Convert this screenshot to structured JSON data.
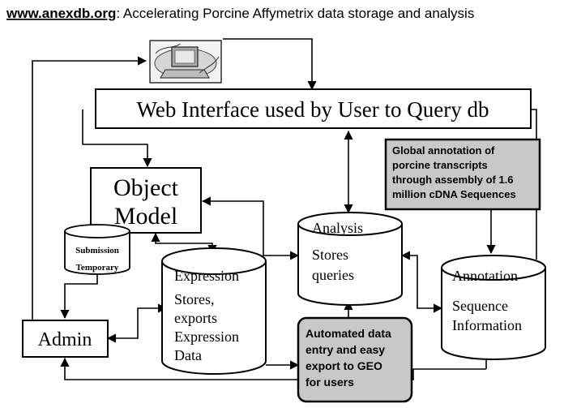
{
  "header": {
    "link": "www.anexdb.org",
    "tagline": ": Accelerating Porcine Affymetrix data storage and analysis"
  },
  "nodes": {
    "web_interface": "Web Interface used by User to Query db",
    "object_model": [
      "Object",
      "Model"
    ],
    "submission": [
      "Submission",
      "Temporary"
    ],
    "expression": {
      "title": "Expression",
      "body": [
        "Stores,",
        "exports",
        "Expression",
        "Data"
      ]
    },
    "analysis": {
      "title": "Analysis",
      "body": [
        "Stores",
        "queries"
      ]
    },
    "annotation": {
      "title": "Annotation",
      "body": [
        "Sequence",
        "Information"
      ]
    },
    "admin": "Admin",
    "global_annotation": [
      "Global annotation of",
      "porcine transcripts",
      "through assembly of 1.6",
      "million cDNA Sequences"
    ],
    "automated": [
      "Automated data",
      "entry and easy",
      "export to GEO",
      "for users"
    ]
  },
  "icons": {
    "computer": "computer-icon"
  },
  "colors": {
    "highlight_box": "#c8c8c8",
    "line": "#000000"
  }
}
